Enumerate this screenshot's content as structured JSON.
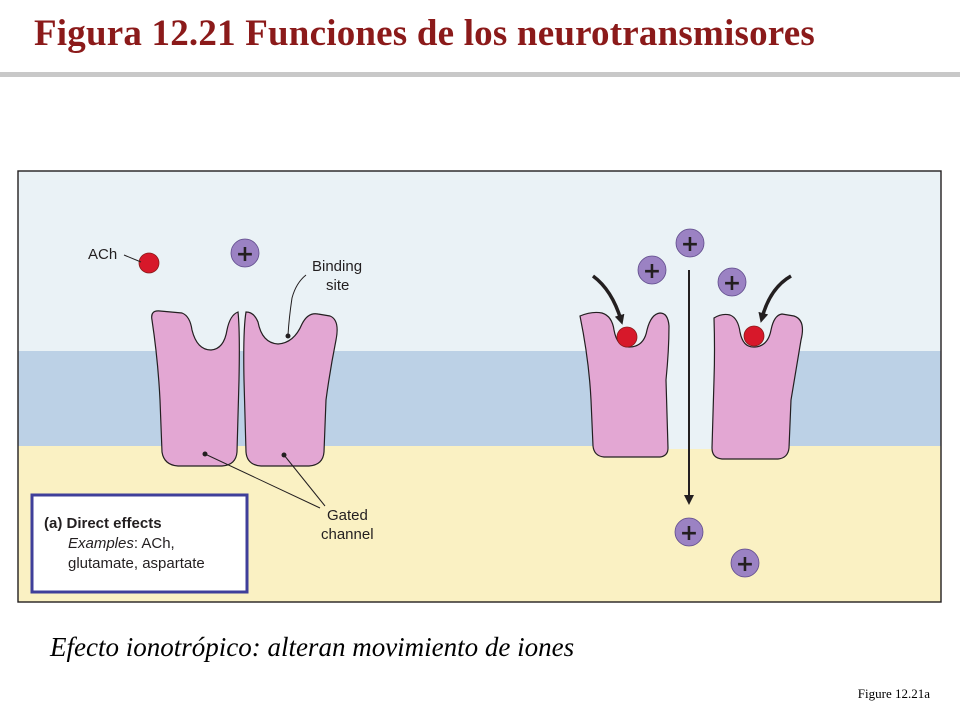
{
  "title": "Figura 12.21  Funciones de los neurotransmisores",
  "diagram": {
    "labels": {
      "ach": "ACh",
      "binding_site_line1": "Binding",
      "binding_site_line2": "site",
      "gated_channel_line1": "Gated",
      "gated_channel_line2": "channel"
    },
    "ion_symbol": "+",
    "legend": {
      "heading": "(a) Direct effects",
      "examples_label": "Examples",
      "examples_line1_rest": ": ACh,",
      "examples_line2": "glutamate, aspartate"
    },
    "colors": {
      "extracellular": "#eaf2f6",
      "membrane": "#bcd1e6",
      "intracellular": "#faf1c3",
      "receptor": "#e3a7d3",
      "ach_molecule": "#d7182a",
      "ion": "#9b82c3",
      "legend_border": "#3f3f9a"
    }
  },
  "caption": "Efecto ionotrópico: alteran movimiento de iones",
  "figure_ref": "Figure 12.21a"
}
